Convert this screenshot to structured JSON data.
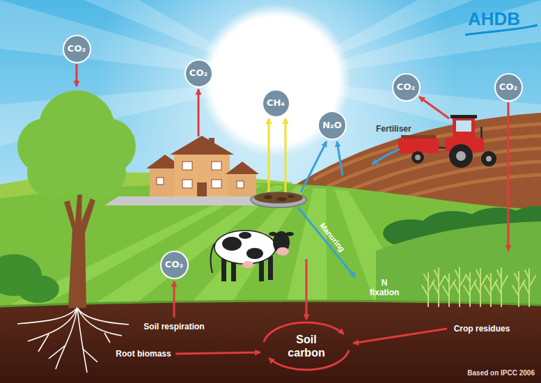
{
  "diagram": {
    "nodes": [
      {
        "text": [
          "CO₂"
        ]
      },
      {
        "text": [
          "CO₂"
        ]
      },
      {
        "text": [
          "CH₄"
        ]
      },
      {
        "text": [
          "N₂O"
        ]
      },
      {
        "text": [
          "CO₂"
        ]
      },
      {
        "text": [
          "CO₂"
        ]
      },
      {
        "text": [
          "CO₂"
        ]
      }
    ],
    "labels": [
      "AHDB",
      "Fertiliser",
      "Manuring",
      "N fixation",
      "Soil respiration",
      "Root biomass",
      "Soil carbon",
      "Crop residues",
      "Based on IPCC 2006"
    ]
  }
}
